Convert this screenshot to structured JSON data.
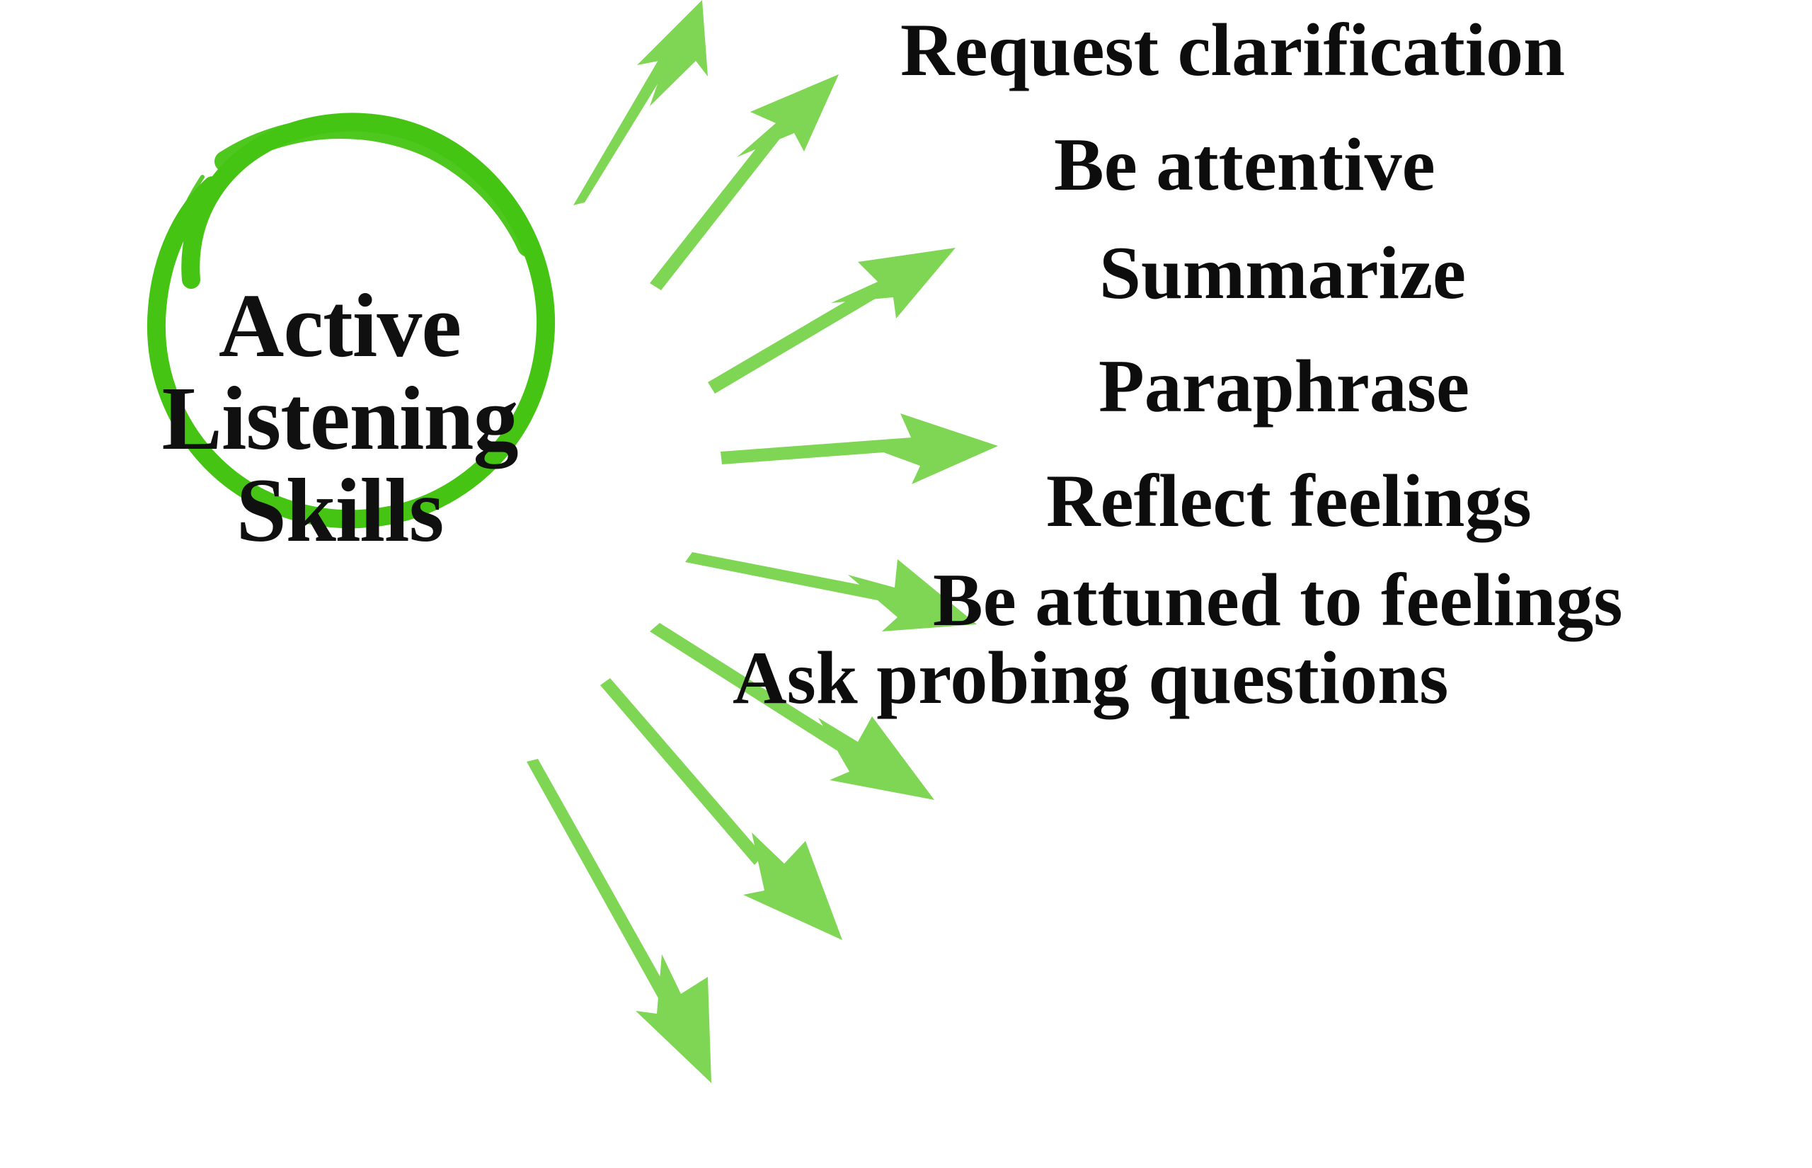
{
  "diagram": {
    "type": "radial-mind-map",
    "background_color": "#ffffff",
    "center": {
      "label_full": "Active Listening Skills",
      "lines": [
        "Active",
        "Listening",
        "Skills"
      ],
      "shape": "hand-drawn-circle",
      "circle_color": "#45c413",
      "text_color": "#101010"
    },
    "arrow_color": "#7fd654",
    "branches": [
      {
        "id": "request-clarification",
        "label": "Request clarification"
      },
      {
        "id": "be-attentive",
        "label": "Be attentive"
      },
      {
        "id": "summarize",
        "label": "Summarize"
      },
      {
        "id": "paraphrase",
        "label": "Paraphrase"
      },
      {
        "id": "reflect-feelings",
        "label": "Reflect feelings"
      },
      {
        "id": "be-attuned-to-feelings",
        "label": "Be attuned to feelings"
      },
      {
        "id": "ask-probing-questions",
        "label": "Ask probing questions"
      }
    ],
    "arrow_count": 8
  }
}
